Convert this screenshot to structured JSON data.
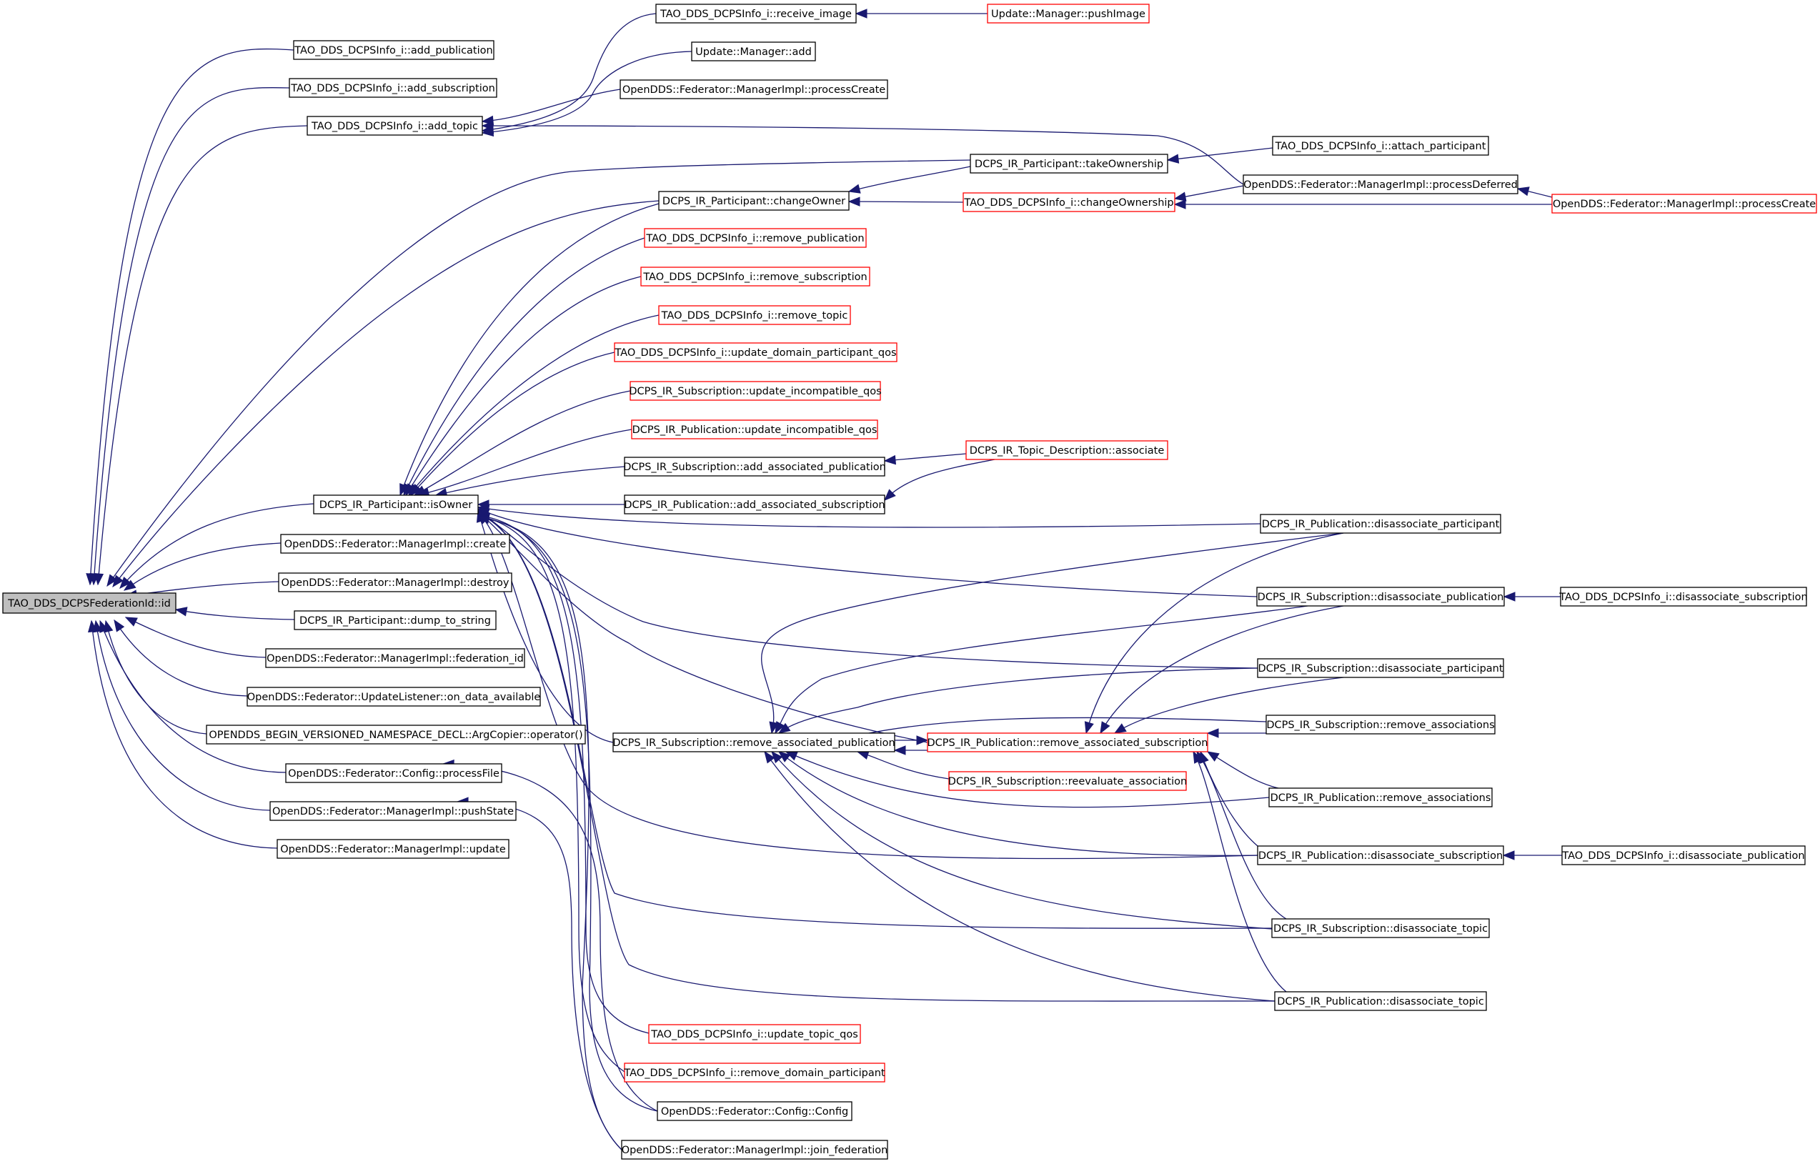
{
  "graph_type": "doxygen caller graph",
  "colors": {
    "edge": "#191970",
    "box_border": "#000000",
    "truncated_border": "#ff0000",
    "root_fill": "#bfbfbf"
  },
  "nodes": [
    {
      "id": "n0",
      "label": "TAO_DDS_DCPSFederationId::id",
      "root": true
    },
    {
      "id": "n1",
      "label": "TAO_DDS_DCPSInfo_i::add_publication"
    },
    {
      "id": "n2",
      "label": "TAO_DDS_DCPSInfo_i::add_subscription"
    },
    {
      "id": "n3",
      "label": "TAO_DDS_DCPSInfo_i::add_topic"
    },
    {
      "id": "n4",
      "label": "TAO_DDS_DCPSInfo_i::receive_image"
    },
    {
      "id": "n5",
      "label": "Update::Manager::pushImage",
      "red": true
    },
    {
      "id": "n6",
      "label": "Update::Manager::add"
    },
    {
      "id": "n7",
      "label": "OpenDDS::Federator::ManagerImpl::processCreate"
    },
    {
      "id": "n8",
      "label": "OpenDDS::Federator::ManagerImpl::processDeferred"
    },
    {
      "id": "n9",
      "label": "OpenDDS::Federator::ManagerImpl::processCreate",
      "red": true
    },
    {
      "id": "n10",
      "label": "DCPS_IR_Participant::takeOwnership"
    },
    {
      "id": "n11",
      "label": "TAO_DDS_DCPSInfo_i::attach_participant"
    },
    {
      "id": "n12",
      "label": "DCPS_IR_Participant::changeOwner"
    },
    {
      "id": "n13",
      "label": "TAO_DDS_DCPSInfo_i::changeOwnership",
      "red": true
    },
    {
      "id": "n14",
      "label": "TAO_DDS_DCPSInfo_i::remove_publication",
      "red": true
    },
    {
      "id": "n15",
      "label": "TAO_DDS_DCPSInfo_i::remove_subscription",
      "red": true
    },
    {
      "id": "n16",
      "label": "TAO_DDS_DCPSInfo_i::remove_topic",
      "red": true
    },
    {
      "id": "n17",
      "label": "TAO_DDS_DCPSInfo_i::update_domain_participant_qos",
      "red": true
    },
    {
      "id": "n18",
      "label": "DCPS_IR_Subscription::update_incompatible_qos",
      "red": true
    },
    {
      "id": "n19",
      "label": "DCPS_IR_Publication::update_incompatible_qos",
      "red": true
    },
    {
      "id": "n20",
      "label": "DCPS_IR_Subscription::add_associated_publication"
    },
    {
      "id": "n21",
      "label": "DCPS_IR_Topic_Description::associate",
      "red": true
    },
    {
      "id": "n22",
      "label": "DCPS_IR_Publication::add_associated_subscription"
    },
    {
      "id": "n23",
      "label": "DCPS_IR_Participant::isOwner"
    },
    {
      "id": "n24",
      "label": "DCPS_IR_Publication::disassociate_participant"
    },
    {
      "id": "n25",
      "label": "OpenDDS::Federator::ManagerImpl::create"
    },
    {
      "id": "n26",
      "label": "OpenDDS::Federator::ManagerImpl::destroy"
    },
    {
      "id": "n27",
      "label": "DCPS_IR_Subscription::disassociate_publication"
    },
    {
      "id": "n28",
      "label": "TAO_DDS_DCPSInfo_i::disassociate_subscription"
    },
    {
      "id": "n29",
      "label": "DCPS_IR_Participant::dump_to_string"
    },
    {
      "id": "n30",
      "label": "OpenDDS::Federator::ManagerImpl::federation_id"
    },
    {
      "id": "n31",
      "label": "DCPS_IR_Subscription::disassociate_participant"
    },
    {
      "id": "n32",
      "label": "OpenDDS::Federator::UpdateListener::on_data_available"
    },
    {
      "id": "n33",
      "label": "DCPS_IR_Subscription::remove_associations"
    },
    {
      "id": "n34",
      "label": "OPENDDS_BEGIN_VERSIONED_NAMESPACE_DECL::ArgCopier::operator()"
    },
    {
      "id": "n35",
      "label": "DCPS_IR_Subscription::remove_associated_publication"
    },
    {
      "id": "n36",
      "label": "DCPS_IR_Publication::remove_associated_subscription",
      "red": true
    },
    {
      "id": "n37",
      "label": "OpenDDS::Federator::Config::processFile"
    },
    {
      "id": "n38",
      "label": "DCPS_IR_Subscription::reevaluate_association",
      "red": true
    },
    {
      "id": "n39",
      "label": "DCPS_IR_Publication::remove_associations"
    },
    {
      "id": "n40",
      "label": "OpenDDS::Federator::ManagerImpl::pushState"
    },
    {
      "id": "n41",
      "label": "OpenDDS::Federator::ManagerImpl::update"
    },
    {
      "id": "n42",
      "label": "DCPS_IR_Publication::disassociate_subscription"
    },
    {
      "id": "n43",
      "label": "TAO_DDS_DCPSInfo_i::disassociate_publication"
    },
    {
      "id": "n44",
      "label": "DCPS_IR_Subscription::disassociate_topic"
    },
    {
      "id": "n45",
      "label": "DCPS_IR_Publication::disassociate_topic"
    },
    {
      "id": "n46",
      "label": "TAO_DDS_DCPSInfo_i::update_topic_qos",
      "red": true
    },
    {
      "id": "n47",
      "label": "TAO_DDS_DCPSInfo_i::remove_domain_participant",
      "red": true
    },
    {
      "id": "n48",
      "label": "OpenDDS::Federator::Config::Config"
    },
    {
      "id": "n49",
      "label": "OpenDDS::Federator::ManagerImpl::join_federation"
    }
  ],
  "edges": [
    {
      "from": "n1",
      "to": "n0"
    },
    {
      "from": "n2",
      "to": "n0"
    },
    {
      "from": "n3",
      "to": "n0"
    },
    {
      "from": "n10",
      "to": "n0"
    },
    {
      "from": "n12",
      "to": "n0"
    },
    {
      "from": "n23",
      "to": "n0"
    },
    {
      "from": "n25",
      "to": "n0"
    },
    {
      "from": "n26",
      "to": "n0"
    },
    {
      "from": "n29",
      "to": "n0"
    },
    {
      "from": "n30",
      "to": "n0"
    },
    {
      "from": "n32",
      "to": "n0"
    },
    {
      "from": "n34",
      "to": "n0"
    },
    {
      "from": "n37",
      "to": "n0"
    },
    {
      "from": "n40",
      "to": "n0"
    },
    {
      "from": "n41",
      "to": "n0"
    },
    {
      "from": "n4",
      "to": "n3"
    },
    {
      "from": "n6",
      "to": "n3"
    },
    {
      "from": "n7",
      "to": "n3"
    },
    {
      "from": "n8",
      "to": "n3"
    },
    {
      "from": "n5",
      "to": "n4"
    },
    {
      "from": "n9",
      "to": "n8"
    },
    {
      "from": "n11",
      "to": "n10"
    },
    {
      "from": "n10",
      "to": "n12"
    },
    {
      "from": "n13",
      "to": "n12"
    },
    {
      "from": "n8",
      "to": "n13"
    },
    {
      "from": "n9",
      "to": "n13"
    },
    {
      "from": "n21",
      "to": "n20"
    },
    {
      "from": "n21",
      "to": "n22"
    },
    {
      "from": "n12",
      "to": "n23"
    },
    {
      "from": "n14",
      "to": "n23"
    },
    {
      "from": "n15",
      "to": "n23"
    },
    {
      "from": "n16",
      "to": "n23"
    },
    {
      "from": "n17",
      "to": "n23"
    },
    {
      "from": "n18",
      "to": "n23"
    },
    {
      "from": "n19",
      "to": "n23"
    },
    {
      "from": "n20",
      "to": "n23"
    },
    {
      "from": "n22",
      "to": "n23"
    },
    {
      "from": "n24",
      "to": "n23"
    },
    {
      "from": "n27",
      "to": "n23"
    },
    {
      "from": "n31",
      "to": "n23"
    },
    {
      "from": "n35",
      "to": "n23"
    },
    {
      "from": "n36",
      "to": "n23"
    },
    {
      "from": "n42",
      "to": "n23"
    },
    {
      "from": "n44",
      "to": "n23"
    },
    {
      "from": "n45",
      "to": "n23"
    },
    {
      "from": "n46",
      "to": "n23"
    },
    {
      "from": "n47",
      "to": "n23"
    },
    {
      "from": "n48",
      "to": "n23"
    },
    {
      "from": "n49",
      "to": "n23"
    },
    {
      "from": "n28",
      "to": "n27"
    },
    {
      "from": "n43",
      "to": "n42"
    },
    {
      "from": "n24",
      "to": "n35"
    },
    {
      "from": "n27",
      "to": "n35"
    },
    {
      "from": "n31",
      "to": "n35"
    },
    {
      "from": "n33",
      "to": "n35"
    },
    {
      "from": "n36",
      "to": "n35"
    },
    {
      "from": "n38",
      "to": "n35"
    },
    {
      "from": "n39",
      "to": "n35"
    },
    {
      "from": "n42",
      "to": "n35"
    },
    {
      "from": "n44",
      "to": "n35"
    },
    {
      "from": "n45",
      "to": "n35"
    },
    {
      "from": "n35",
      "to": "n36"
    },
    {
      "from": "n24",
      "to": "n36"
    },
    {
      "from": "n27",
      "to": "n36"
    },
    {
      "from": "n31",
      "to": "n36"
    },
    {
      "from": "n33",
      "to": "n36"
    },
    {
      "from": "n39",
      "to": "n36"
    },
    {
      "from": "n42",
      "to": "n36"
    },
    {
      "from": "n44",
      "to": "n36"
    },
    {
      "from": "n45",
      "to": "n36"
    },
    {
      "from": "n48",
      "to": "n37"
    },
    {
      "from": "n49",
      "to": "n40"
    }
  ]
}
